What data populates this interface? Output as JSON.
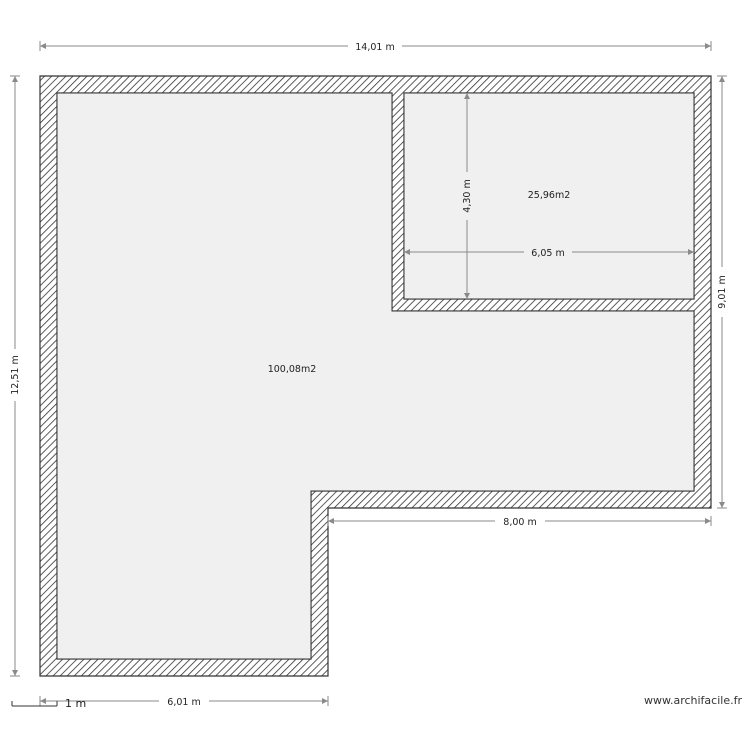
{
  "dimensions": {
    "top_width": "14,01 m",
    "left_height": "12,51 m",
    "right_height": "9,01 m",
    "bottom_width": "6,01 m",
    "notch_width": "8,00 m",
    "room_height": "4,30 m",
    "room_width": "6,05 m"
  },
  "areas": {
    "main": "100,08m2",
    "room": "25,96m2"
  },
  "scale_label": "1 m",
  "watermark": "www.archifacile.fr",
  "colors": {
    "floor": "#f0f0f0",
    "wall_hatch": "#333333",
    "dimension_line": "#8a8a8a"
  }
}
